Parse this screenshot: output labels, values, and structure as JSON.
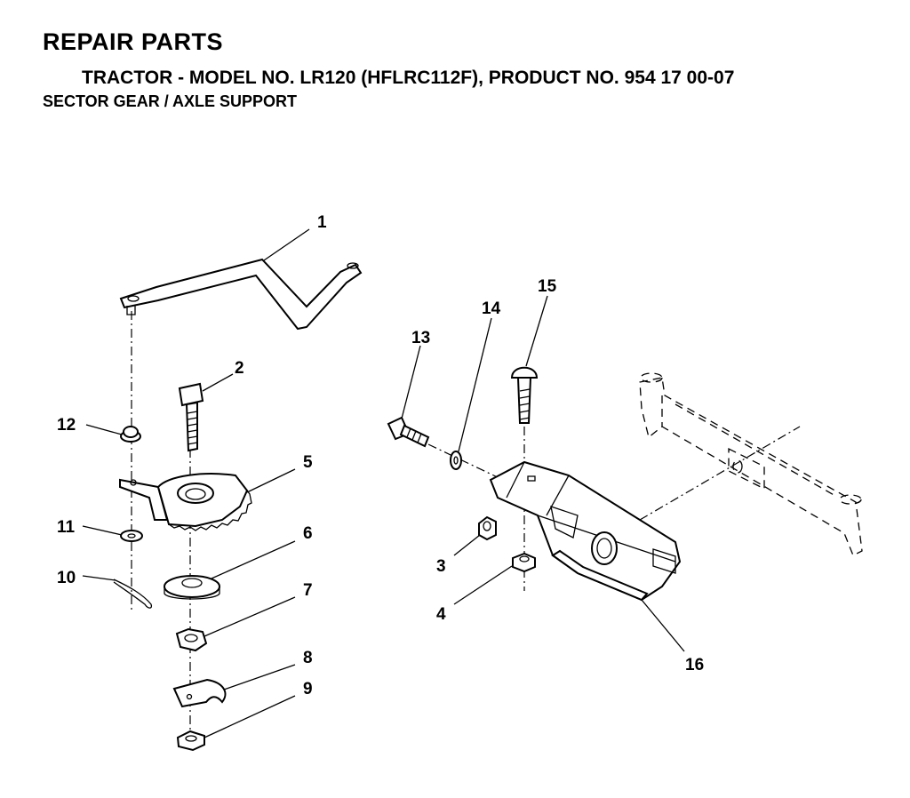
{
  "header": {
    "title": "REPAIR PARTS",
    "subtitle": "TRACTOR - MODEL NO. LR120 (HFLRC112F), PRODUCT NO. 954 17 00-07",
    "section": "SECTOR GEAR / AXLE SUPPORT"
  },
  "callouts": [
    "1",
    "2",
    "3",
    "4",
    "5",
    "6",
    "7",
    "8",
    "9",
    "10",
    "11",
    "12",
    "13",
    "14",
    "15",
    "16"
  ]
}
